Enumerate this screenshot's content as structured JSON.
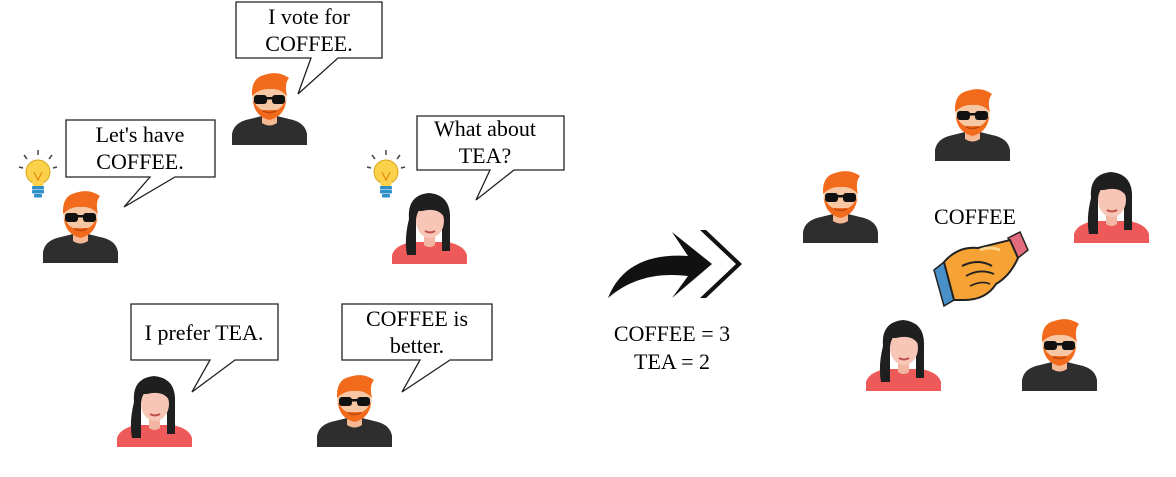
{
  "bubbles": {
    "top": [
      "I vote for",
      "COFFEE."
    ],
    "left": [
      "Let's have",
      "COFFEE."
    ],
    "right": [
      "What about",
      "TEA?"
    ],
    "bottom_left": [
      "I prefer TEA."
    ],
    "bottom_right": [
      "COFFEE is",
      "better."
    ]
  },
  "tally": {
    "coffee": "COFFEE = 3",
    "tea": "TEA = 2"
  },
  "result_label": "COFFEE",
  "icons": {
    "man": "man-avatar-icon",
    "woman": "woman-avatar-icon",
    "idea": "lightbulb-icon",
    "transition": "curved-arrow-icon",
    "agreement": "handshake-icon"
  },
  "colors": {
    "hair_orange": "#F26A1B",
    "skin": "#F7C6A3",
    "shirt_dark": "#2E2E2E",
    "shirt_red": "#EE5A5A",
    "bulb_yellow": "#FBD14B",
    "arrow": "#111111"
  }
}
